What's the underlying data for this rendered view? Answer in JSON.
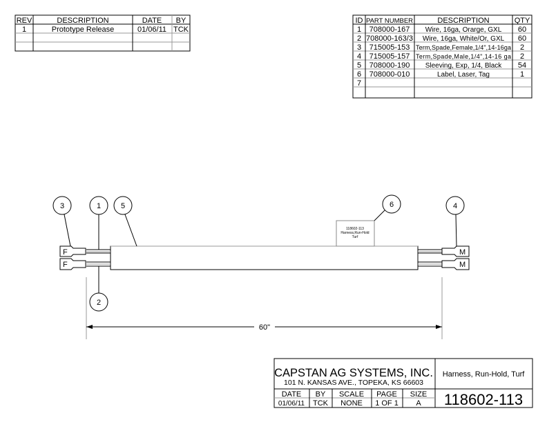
{
  "revision_table": {
    "headers": [
      "REV",
      "DESCRIPTION",
      "DATE",
      "BY"
    ],
    "rows": [
      {
        "rev": "1",
        "description": "Prototype Release",
        "date": "01/06/11",
        "by": "TCK"
      }
    ]
  },
  "bom": {
    "headers": [
      "ID",
      "PART NUMBER",
      "DESCRIPTION",
      "QTY"
    ],
    "rows": [
      {
        "id": "1",
        "part": "708000-167",
        "description": "Wire, 16ga, Orarge, GXL",
        "qty": "60"
      },
      {
        "id": "2",
        "part": "708000-163/3",
        "description": "Wire, 16ga, White/Or, GXL",
        "qty": "60"
      },
      {
        "id": "3",
        "part": "715005-153",
        "description": "Term,Spade,Female,1/4\",14-16ga",
        "qty": "2"
      },
      {
        "id": "4",
        "part": "715005-157",
        "description": "Term,Spade,Male,1/4\",14-16 ga",
        "qty": "2"
      },
      {
        "id": "5",
        "part": "708000-190",
        "description": "Sleeving, Exp, 1/4, Black",
        "qty": "54"
      },
      {
        "id": "6",
        "part": "708000-010",
        "description": "Label, Laser, Tag",
        "qty": "1"
      },
      {
        "id": "7",
        "part": "",
        "description": "",
        "qty": ""
      }
    ]
  },
  "drawing": {
    "balloons": [
      "1",
      "2",
      "3",
      "4",
      "5",
      "6"
    ],
    "connector_female": "F",
    "connector_male": "M",
    "label_tag": [
      "118602-113",
      "Harness,Run-Hold",
      "Turf"
    ],
    "dimension": "60\""
  },
  "title_block": {
    "company": "CAPSTAN AG SYSTEMS, INC.",
    "address": "101 N. KANSAS AVE., TOPEKA, KS 66603",
    "title": "Harness, Run-Hold, Turf",
    "headers": [
      "DATE",
      "BY",
      "SCALE",
      "PAGE",
      "SIZE"
    ],
    "values": [
      "01/06/11",
      "TCK",
      "NONE",
      "1 OF 1",
      "A"
    ],
    "drawing_number": "118602-113"
  }
}
